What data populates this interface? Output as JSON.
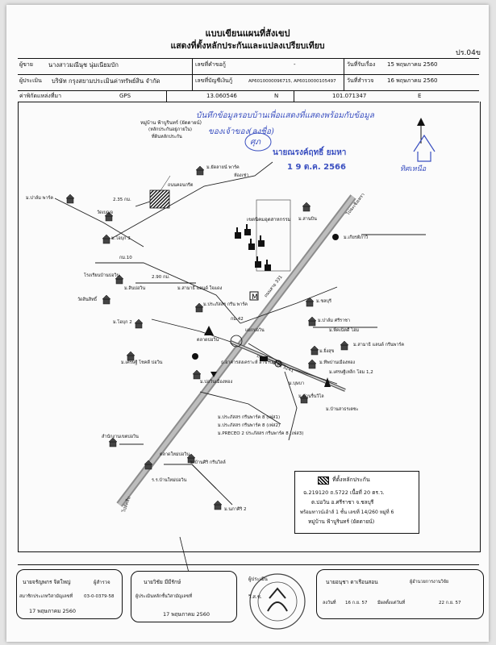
{
  "header": {
    "title_line1": "แบบเขียนแผนที่สังเขป",
    "title_line2": "แสดงที่ตั้งหลักประกันและแปลงเปรียบเทียบ",
    "form_no": "ปร.04ข",
    "borrower_label": "ผู้ขาย",
    "borrower_value": "นางสาวมณีนุช นุ่มเนียมบัก",
    "appraiser_label": "ผู้ประเมิน",
    "appraiser_value": "บริษัท กรุงสยามประเมินค่าทรัพย์สิน จำกัด",
    "req_no_label": "เลขที่คำขอกู้",
    "req_no_value": "-",
    "account_no_label": "เลขที่บัญชีเงินกู้",
    "account_no_value": "AP6010000096715, AP6010000105497",
    "receive_date_label": "วันที่รับเรื่อง",
    "receive_date_value": "15 พฤษภาคม 2560",
    "survey_date_label": "วันที่สำรวจ",
    "survey_date_value": "16 พฤษภาคม 2560",
    "coord_label": "ค่าพิกัดแหล่งที่มา",
    "coord_source": "GPS",
    "lat_value": "13.060546",
    "lat_dir": "N",
    "lon_value": "101.071347",
    "lon_dir": "E"
  },
  "annotations": {
    "handwritten_line1": "บันทึกข้อมูลรอบบ้านเพื่อแสดงที่แสดงพร้อมกับข้อมูล",
    "handwritten_line2": "ของเจ้าของ(ลงชื่อ)",
    "handwritten_initials": "ศุภ",
    "stamp_name": "นายณรงค์ฤทธิ์ ยมหา",
    "stamp_date": "1 9 ต.ค. 2566",
    "north_note": "ทิศเหนือ"
  },
  "map_labels": {
    "village_top": "หมู่บ้าน ฟ้าบูรินทร์ (ยัดดายน์)",
    "village_top_sub1": "(หลักประกันอยู่ภายใน)",
    "village_top_sub2": "ที่ดินหลักประกัน",
    "market_top": "ม.ยัดลายน์ พาร์ค",
    "rental": "ห้องเช่า",
    "road_gravel": "ถนนคอนกรีต",
    "dist_235": "2.35 กม.",
    "m_pattaya": "ม.ปาล์ม พาร์ค",
    "wat_palo": "วัดเบญจ",
    "m_tonkla": "ม.โอบุก 3",
    "km10": "กม.10",
    "dist_290": "2.90 กม.",
    "school": "โรงเรียนบ้านบ่อวิน",
    "m_sinbowin": "ม.สินบ่อวิน",
    "watsinthammanut": "วัดสินสิทธิ์",
    "m_oeb2": "ม.โอบุก 2",
    "m_sarasin": "ม.สามาธิ แลนด์ ใจแดง",
    "m_pruksa_park": "ม.ประภัสสร กรีน พาร์ค",
    "km42": "กม.42",
    "junction": "แยกบ่อวิน",
    "market_bowin": "ตลาดบ่อวิน",
    "industrial": "เขตนิคมอุตสาหกรรม",
    "m_sanbin": "ม.สานบิน",
    "m_kiattisak": "ม.เกียรติภาวิ",
    "m_chonburi": "ม.ชลบุรี",
    "m_pattana": "ม.ปาล์ม ศรีราชา",
    "m_pikanet": "ม.พีคเน็ตดี โฮม",
    "m_samarts": "ม.สามาธิ แลนด์ กรีนพาร์ค",
    "m_ruamjai": "ม.ยิ่งสุข",
    "m_pong": "ม.ทีพปานเมืองทอง",
    "m_setthee": "ม.เศรษฐีเหล็ก โฮม 1,2",
    "bank": "ธ.อาคารสงเคราะห์ สาขาบ่อวิน",
    "m_bupha": "ม.บุษบา",
    "m_wisai": "ม.บ้านรื่นวิไล",
    "m_baan_sathorn": "ม.บ้านสาธรเตชะ",
    "m_setthee2": "ม.เศรษฐี โชคดี บ่อวิน",
    "m_bowin_mueangthong": "ม.บ่อวินเมืองทอง",
    "m_pruksa8": "ม.ประภัสสร กรีนพาร์ค 8 (เฟส1)",
    "m_pruksa8b": "ม.ประภัสสร กรีนพาร์ค 8 (เฟส2)",
    "m_preceo": "ม.PRECEO 2 ประภัสสร กรีนพาร์ค 8 (เฟส3)",
    "district_office": "สำนักงานเขตบ่อวิน",
    "market_bowin2": "ตลาดใหม่บ่อวิน",
    "m_ban_siri": "ม.บ้านศิริ กรีนวิลล์",
    "rk_school": "ร.ร.บ้านใหม่บ่อวิน",
    "m_nalsiri": "ม.นภาศิริ 2",
    "road_331": "ถนนสาย 331",
    "road_331_dir": "ไปฉะเชิงเทรา",
    "road_3241": "ถนนหมายเลข 3241",
    "to_sattahip": "ไปสัตหีบ"
  },
  "legend": {
    "symbol_label": "ที่ตั้งหลักประกัน",
    "line1": "ฉ.219120 ถ.5722 เนื้อที่ 20 ตร.ว.",
    "line2": "ต.บ่อวิน อ.ศรีราชา จ.ชลบุรี",
    "line3": "พร้อมทาวน์เฮ้าส์ 1 ชั้น เลขที่ 14/260 หมู่ที่ 6",
    "line4": "หมู่บ้าน ฟ้าบูรินทร์ (ยัดดายน์)"
  },
  "footer": {
    "surveyor_name": "นายจรัญพกร จิตใหญ่",
    "surveyor_role": "ผู้สำรวจ",
    "surveyor_member": "สมาชิกประเภทวิสามัญเลขที่",
    "surveyor_member_no": "03-0-0379-58",
    "surveyor_date": "17 พฤษภาคม 2560",
    "appraiser_name": "นายวิชัย มีมีรักษ์",
    "appraiser_role": "ผู้ประเมินหลักชั้นวิสามัญเลขที่",
    "appraiser_date": "17 พฤษภาคม 2560",
    "stamp_company_line1": "ผู้ประเมิน",
    "stamp_company_line2": "วิ.ส.ช.",
    "checker_name": "นายอนุชา ดาเรือนสอน",
    "checker_role": "ผู้อำนวยการงานวิจัย",
    "checker_date_label": "ลงวันที่",
    "checker_date_value": "16 ก.ย. 57",
    "checker_member": "มีผลตั้งแต่วันที่",
    "checker_member_date": "22 ก.ย. 57"
  },
  "colors": {
    "ink": "#111111",
    "handwriting": "#3a4fc0",
    "road": "#8c8c8c",
    "paper": "#fbfbfb"
  }
}
